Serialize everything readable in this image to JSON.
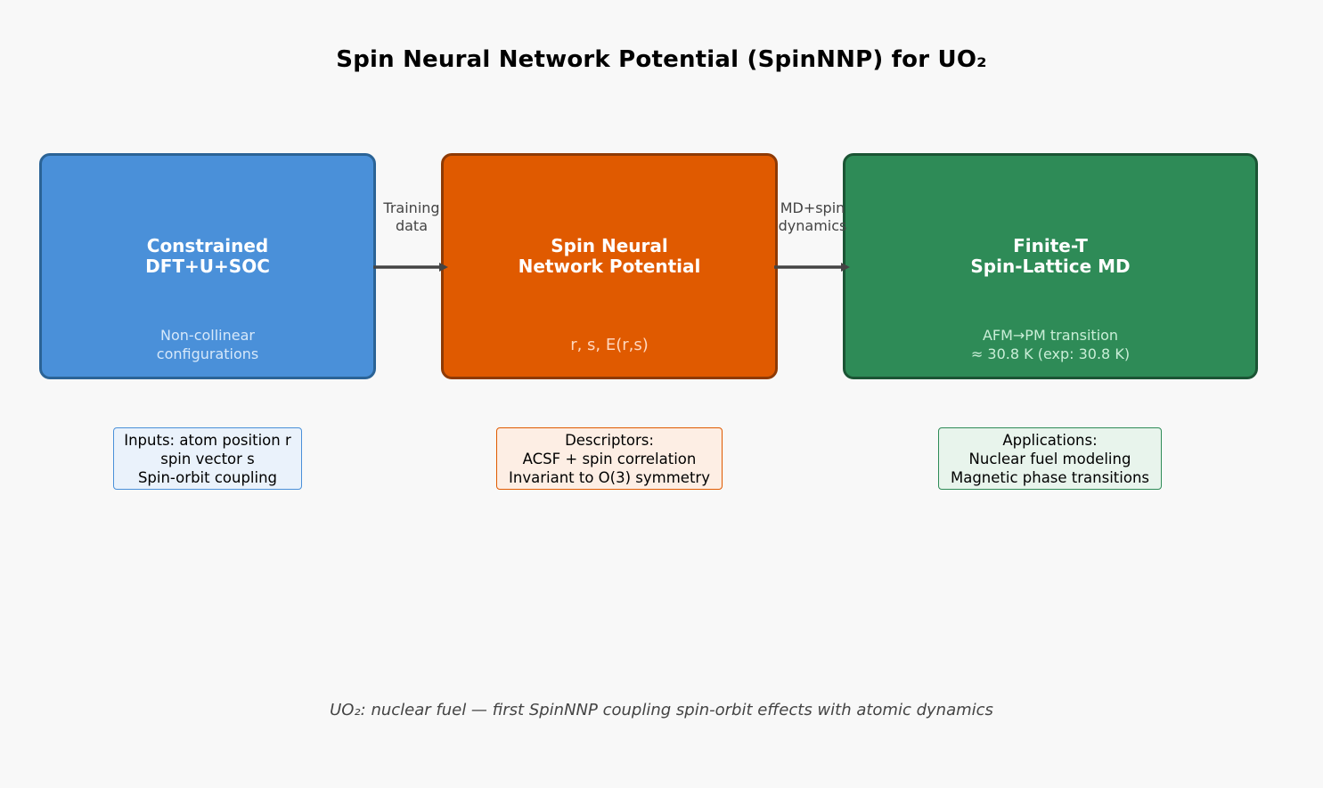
{
  "title": "Spin Neural Network Potential (SpinNNP) for UO₂",
  "boxes": {
    "dft": {
      "title": "Constrained\nDFT+U+SOC",
      "subtitle": "Non-collinear\nconfigurations",
      "color": "#4a90d9"
    },
    "nnp": {
      "title": "Spin Neural\nNetwork Potential",
      "subtitle": "r, s, E(r,s)",
      "color": "#e05a00"
    },
    "md": {
      "title": "Finite-T\nSpin-Lattice MD",
      "subtitle": "AFM→PM transition\n≈ 30.8 K (exp: 30.8 K)",
      "color": "#2e8b57"
    }
  },
  "arrows": {
    "first": {
      "label": "Training\ndata"
    },
    "second": {
      "label": "MD+spin\ndynamics"
    }
  },
  "notes": {
    "inputs": "Inputs: atom position r\nspin vector s\nSpin-orbit coupling",
    "descriptors": "Descriptors:\nACSF + spin correlation\nInvariant to O(3) symmetry",
    "applications": "Applications:\nNuclear fuel modeling\nMagnetic phase transitions"
  },
  "footer": "UO₂: nuclear fuel — first SpinNNP coupling spin-orbit effects with atomic dynamics",
  "colors": {
    "background": "#f8f8f8",
    "arrow": "#444444"
  }
}
